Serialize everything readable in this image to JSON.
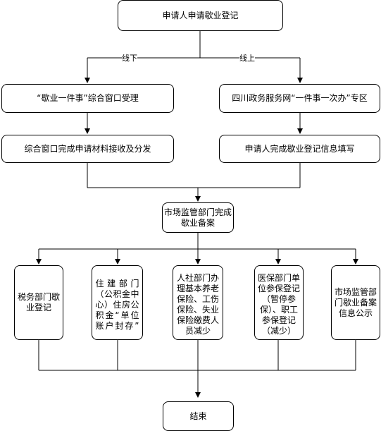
{
  "nodes": {
    "start": "申请人申请歇业登记",
    "offline_accept": "“歇业一件事”综合窗口受理",
    "online_zone": "四川政务服务网“一件事一次办”专区",
    "offline_collect": "综合窗口完成申请材料接收及分发",
    "online_fill": "申请人完成歇业登记信息填写",
    "market_record_l1": "市场监管部门完成",
    "market_record_l2": "歇业备案",
    "tax_l1": "税务部门歇",
    "tax_l2": "业登记",
    "housing_l1": "住 建 部 门",
    "housing_l2": "（公积金中",
    "housing_l3": "心）住房公",
    "housing_l4": "积金“单位",
    "housing_l5": "账户封存”",
    "hrss_l1": "人社部门办",
    "hrss_l2": "理基本养老",
    "hrss_l3": "保险、工伤",
    "hrss_l4": "保险、失业",
    "hrss_l5": "保险缴费人",
    "hrss_l6": "员减少",
    "medical_l1": "医保部门单",
    "medical_l2": "位参保登记",
    "medical_l3": "（暂停参",
    "medical_l4": "保）、职工",
    "medical_l5": "参保登记",
    "medical_l6": "（减少）",
    "publicity_l1": "市场监管部",
    "publicity_l2": "门歇业备案",
    "publicity_l3": "信息公示",
    "end": "结束"
  },
  "edge_labels": {
    "offline": "线下",
    "online": "线上"
  }
}
